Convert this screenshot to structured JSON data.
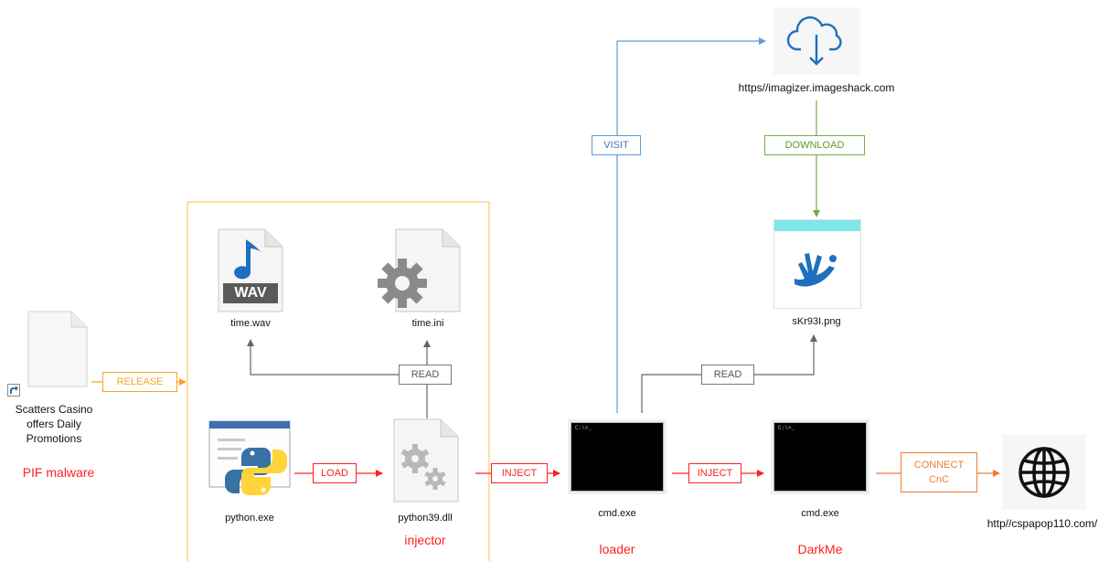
{
  "source": {
    "name_lines": [
      "Scatters Casino",
      "offers Daily",
      "Promotions"
    ],
    "tag": "PIF malware"
  },
  "files": {
    "time_wav": "time.wav",
    "wav_badge": "WAV",
    "time_ini": "time.ini",
    "python_exe": "python.exe",
    "python_dll": "python39.dll",
    "cmd_loader": "cmd.exe",
    "cmd_darkme": "cmd.exe",
    "png": "sKr93I.png",
    "image_host": "https//imagizer.imageshack.com",
    "cnc_url": "http//cspapop110.com/"
  },
  "roles": {
    "injector": "injector",
    "loader": "loader",
    "darkme": "DarkMe"
  },
  "edges": {
    "release": "RELEASE",
    "load": "LOAD",
    "inject1": "INJECT",
    "inject2": "INJECT",
    "read_ini": "READ",
    "read_png": "READ",
    "visit": "VISIT",
    "download": "DOWNLOAD",
    "connect_line1": "CONNECT",
    "connect_line2": "CnC"
  },
  "colors": {
    "release": "#f5a623",
    "red": "#ff2020",
    "visit": "#5b9bd5",
    "download": "#70ad47",
    "read": "#777777",
    "connect": "#ed7d31",
    "group_border": "#f8c24a"
  }
}
